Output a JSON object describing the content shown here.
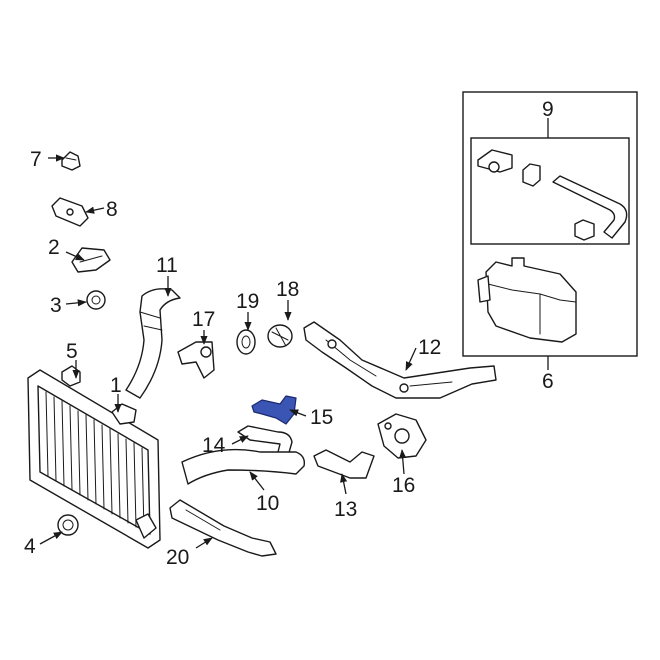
{
  "callouts": {
    "c1": "1",
    "c2": "2",
    "c3": "3",
    "c4": "4",
    "c5": "5",
    "c6": "6",
    "c7": "7",
    "c8": "8",
    "c9": "9",
    "c10": "10",
    "c11": "11",
    "c12": "12",
    "c13": "13",
    "c14": "14",
    "c15": "15",
    "c16": "16",
    "c17": "17",
    "c18": "18",
    "c19": "19",
    "c20": "20"
  },
  "colors": {
    "highlight": "#3a55b4",
    "line": "#1a1a1a",
    "background": "#ffffff"
  },
  "highlighted_part": "15"
}
